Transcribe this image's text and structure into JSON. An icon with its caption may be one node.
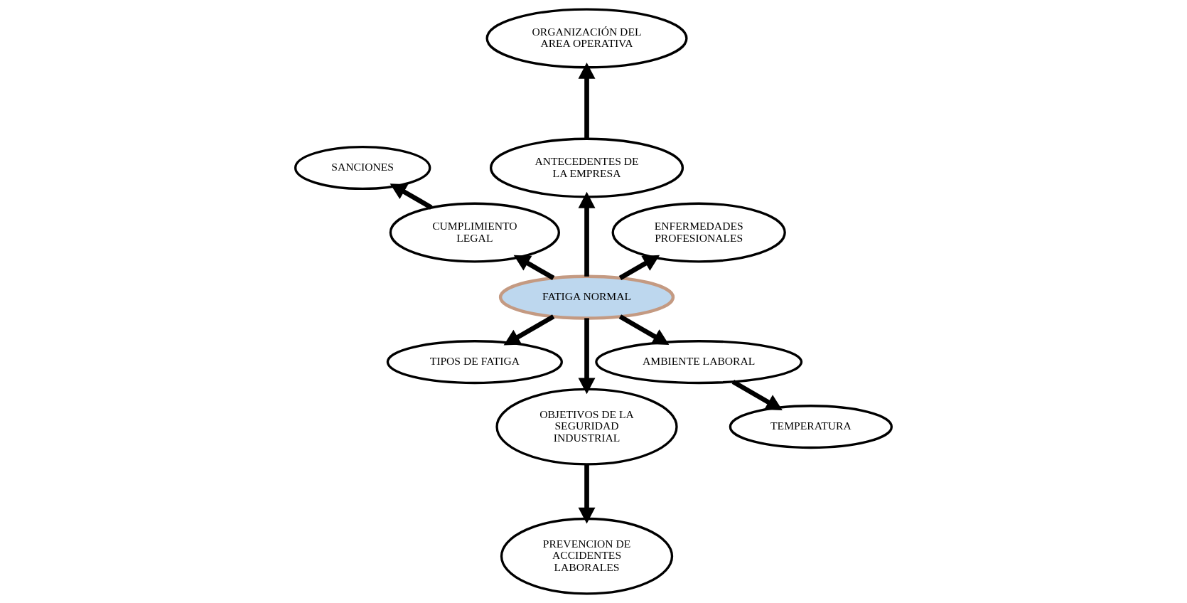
{
  "diagram": {
    "nodes": [
      {
        "text": [
          "FATIGA NORMAL"
        ]
      },
      {
        "text": [
          "ORGANIZACIÓN DEL AREA OPERATIVA"
        ]
      },
      {
        "text": [
          "ENFERMEDADES PROFESIONALES"
        ]
      },
      {
        "text": [
          "SANCIONES"
        ]
      },
      {
        "text": [
          "ANTECEDENTES DE LA EMPRESA"
        ]
      },
      {
        "text": [
          "CUMPLIMIENTO LEGAL"
        ]
      },
      {
        "text": [
          "TIPOS DE FATIGA"
        ]
      },
      {
        "text": [
          "OBJETIVOS DE LA SEGURIDAD INDUSTRIAL"
        ]
      },
      {
        "text": [
          "TEMPERATURA"
        ]
      },
      {
        "text": [
          "PREVENCION DE ACCIDENTES LABORALES"
        ]
      },
      {
        "text": [
          "AMBIENTE LABORAL"
        ]
      }
    ],
    "edges": [
      {
        "from": 0,
        "to": 4,
        "arrow": "to"
      },
      {
        "from": 4,
        "to": 1,
        "arrow": "to"
      },
      {
        "from": 0,
        "to": 2,
        "arrow": "to"
      },
      {
        "from": 0,
        "to": 5,
        "arrow": "to"
      },
      {
        "from": 5,
        "to": 3,
        "arrow": "to"
      },
      {
        "from": 0,
        "to": 6,
        "arrow": "to"
      },
      {
        "from": 0,
        "to": 7,
        "arrow": "to"
      },
      {
        "from": 7,
        "to": 9,
        "arrow": "to"
      },
      {
        "from": 0,
        "to": 10,
        "arrow": "to"
      },
      {
        "from": 10,
        "to": 8,
        "arrow": "to"
      }
    ]
  }
}
